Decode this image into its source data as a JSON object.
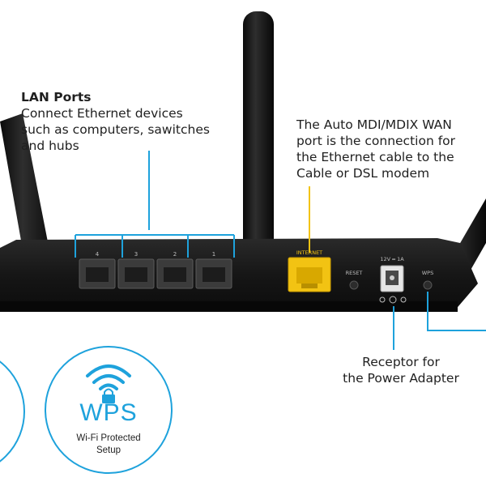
{
  "callouts": {
    "lan": {
      "title": "LAN Ports",
      "text": "Connect Ethernet devices\nsuch as computers, sawitches\nand hubs"
    },
    "wan": {
      "text": "The Auto MDI/MDIX WAN\nport is the connection for\nthe Ethernet cable to the\nCable or DSL modem"
    },
    "power": {
      "text": "Receptor for\nthe Power Adapter"
    }
  },
  "router": {
    "port_numbers": [
      "4",
      "3",
      "2",
      "1"
    ],
    "internet_label": "INTERNET",
    "reset_label": "RESET",
    "power_rating": "12V ═ 1A",
    "wps_label": "WPS"
  },
  "badge": {
    "title": "WPS",
    "subtitle": "Wi-Fi Protected\nSetup"
  },
  "colors": {
    "accent": "#1ea2dc",
    "router_body": "#1b1b1b",
    "wan_port": "#f2c313"
  }
}
